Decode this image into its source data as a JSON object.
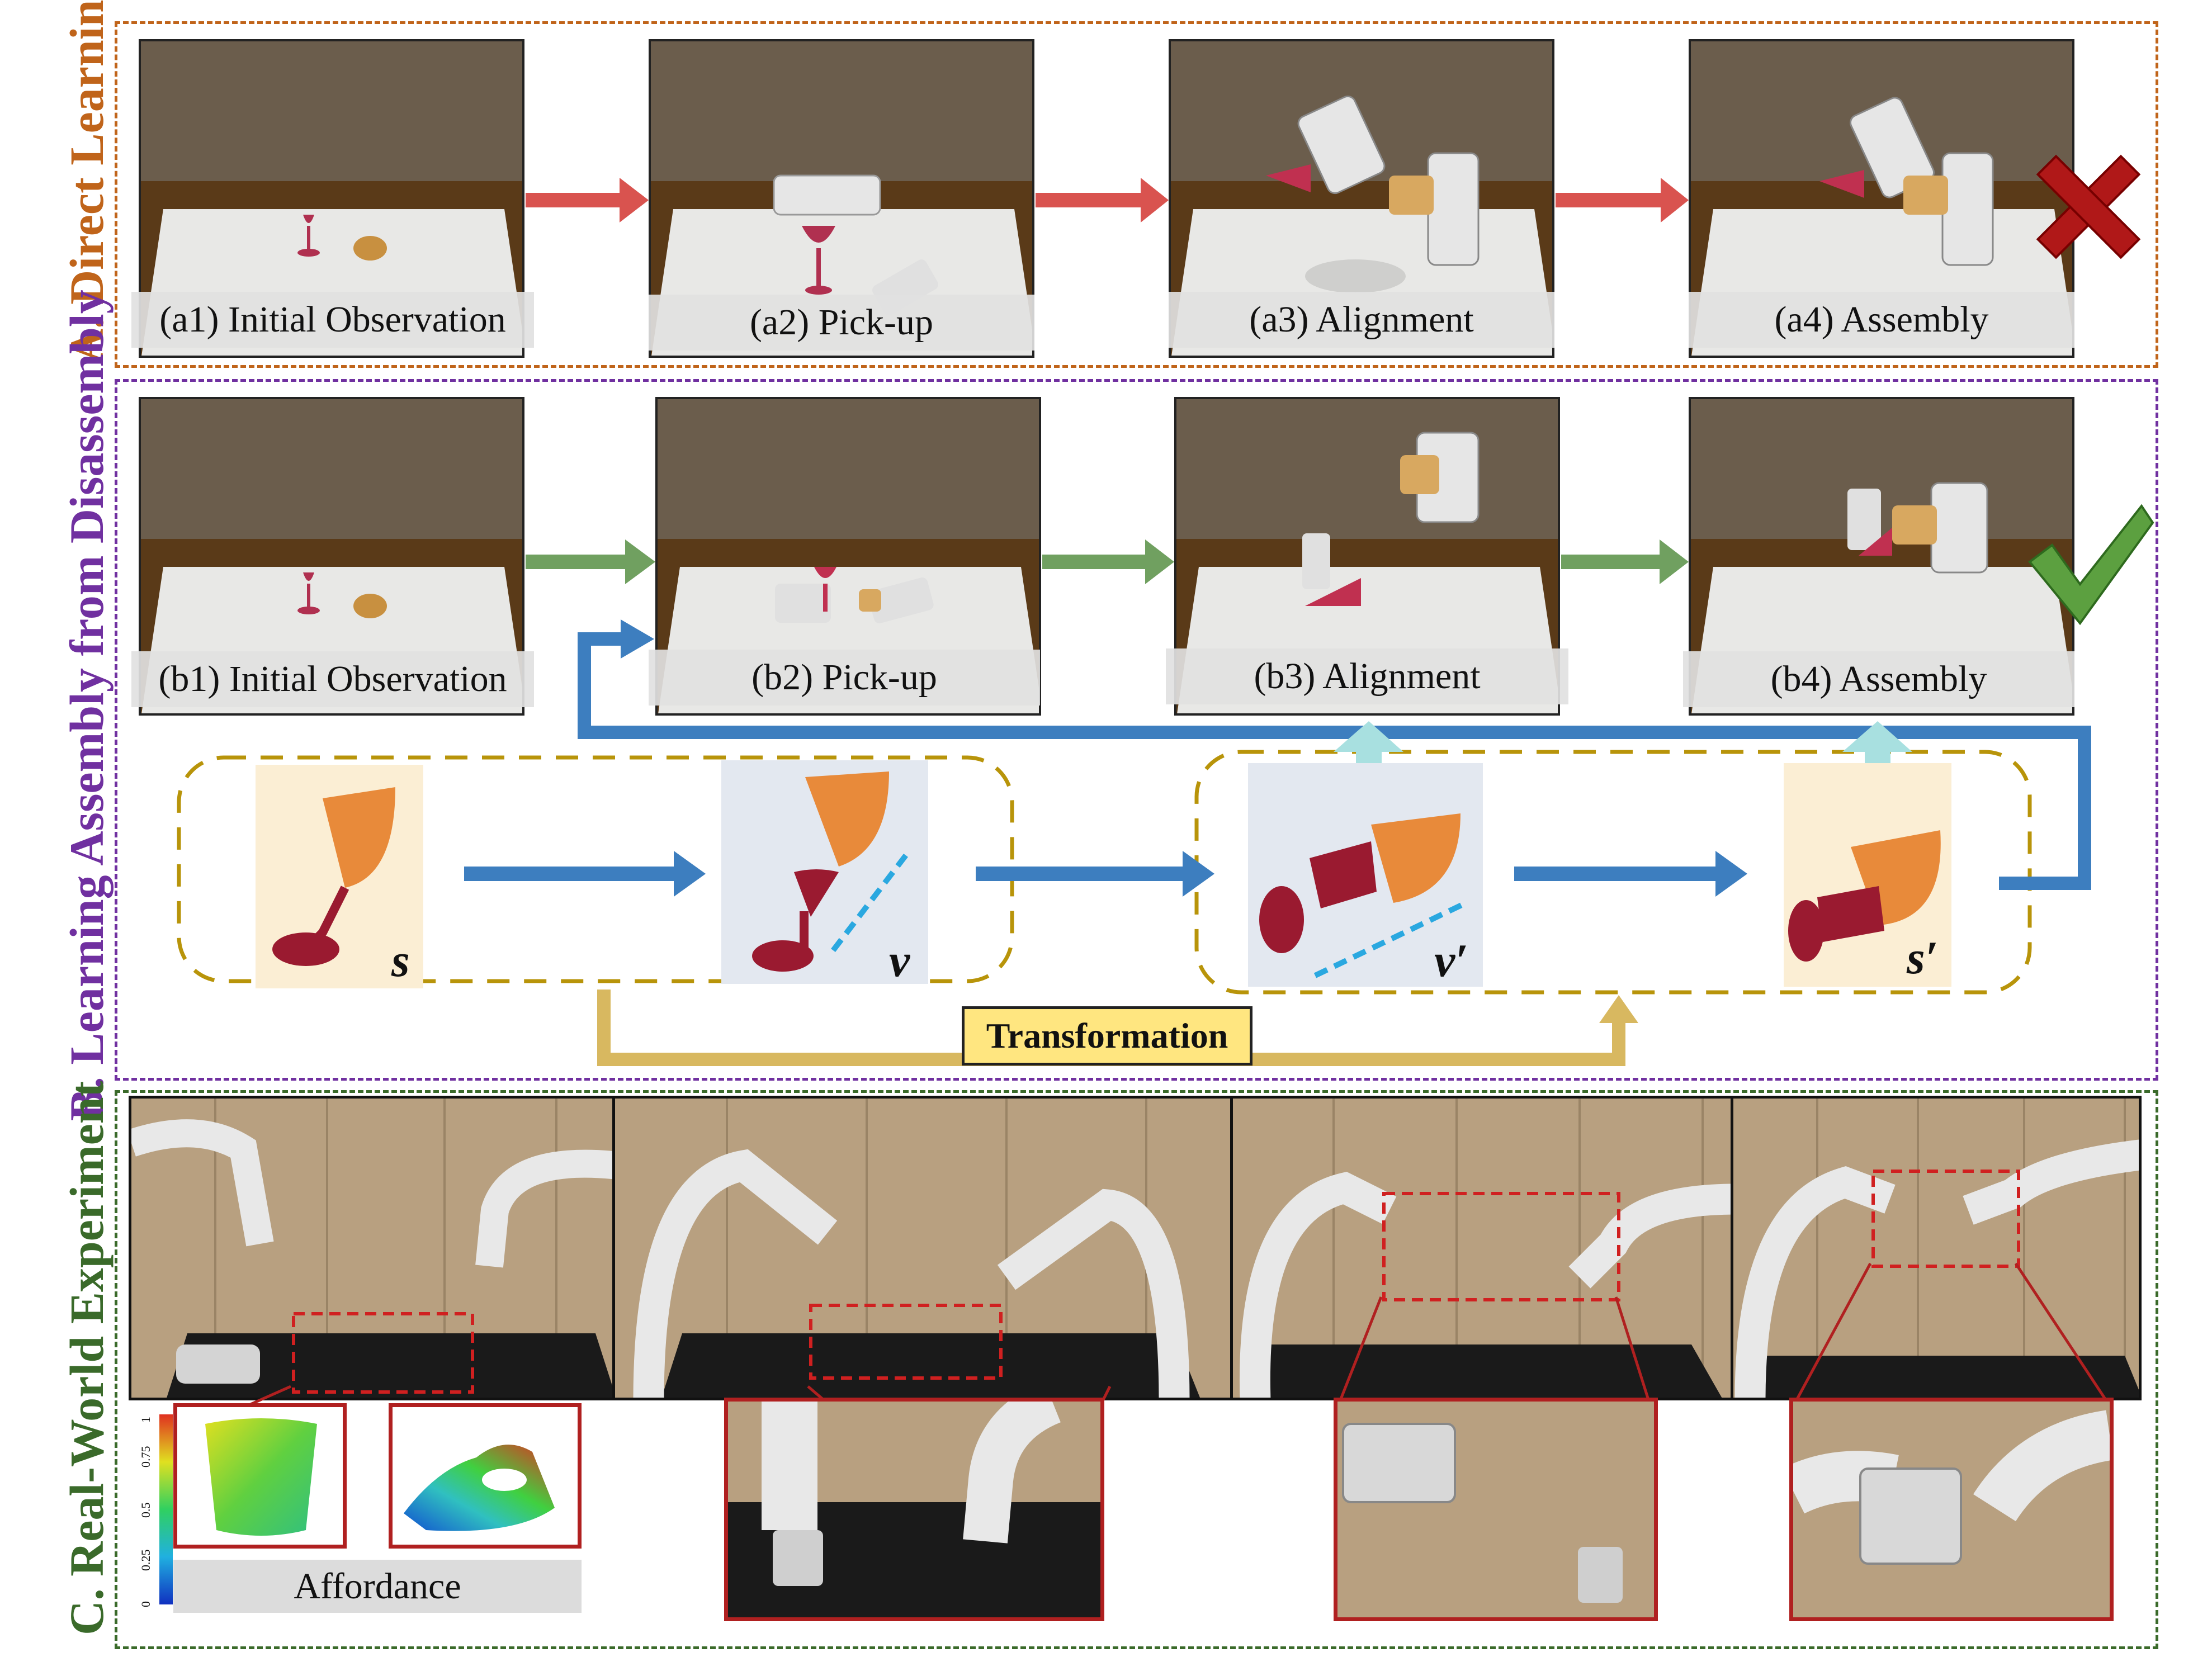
{
  "sections": {
    "a": {
      "label": "A. Direct Learning",
      "color": "#c0641a"
    },
    "b": {
      "label": "B. Learning Assembly from Disassembly",
      "color": "#7030a0"
    },
    "c": {
      "label": "C. Real-World Experiment",
      "color": "#3a6a2a"
    }
  },
  "row_a": {
    "captions": [
      "(a1) Initial Observation",
      "(a2) Pick-up",
      "(a3) Alignment",
      "(a4) Assembly"
    ],
    "arrow_color": "#d9534f",
    "result_icon": "red-cross-icon"
  },
  "row_b": {
    "captions": [
      "(b1) Initial Observation",
      "(b2) Pick-up",
      "(b3) Alignment",
      "(b4) Assembly"
    ],
    "arrow_color": "#70a060",
    "result_icon": "green-check-icon"
  },
  "flow": {
    "symbols": [
      "s",
      "v",
      "v′",
      "s′"
    ],
    "transformation_label": "Transformation",
    "flow_color": "#3d7ebf",
    "transform_color": "#d8b860"
  },
  "real_world": {
    "affordance_label": "Affordance",
    "colorbar_ticks": [
      "0",
      "0.25",
      "0.5",
      "0.75",
      "1"
    ]
  }
}
